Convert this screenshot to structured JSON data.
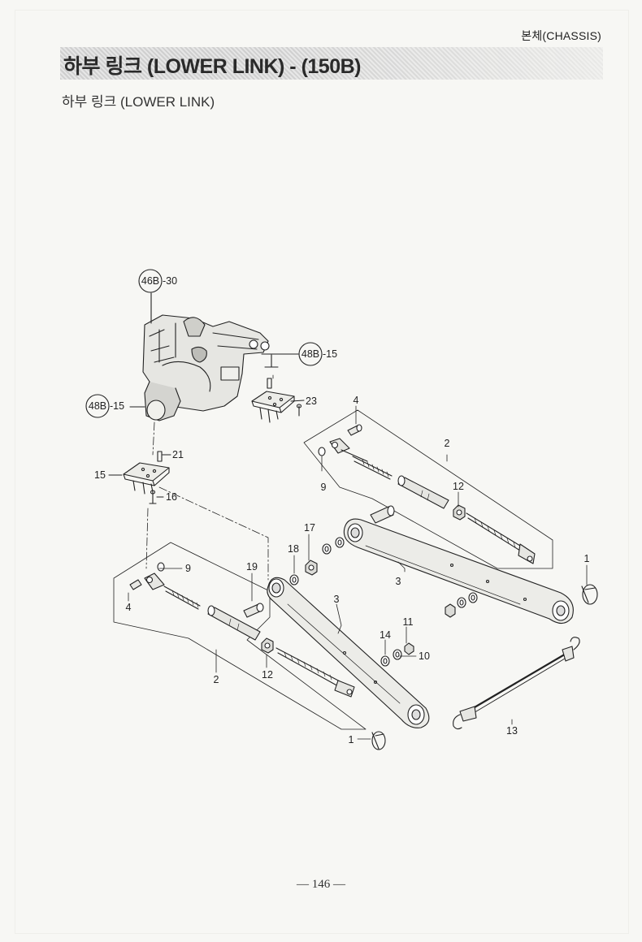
{
  "header": {
    "section": "본체(CHASSIS)",
    "title": "하부 링크 (LOWER LINK) - (150B)",
    "subtitle": "하부 링크 (LOWER LINK)"
  },
  "callouts": {
    "ref_46b_30": "46B",
    "ref_46b_30_suffix": "-30",
    "ref_48b_right": "48B",
    "ref_48b_right_suffix": "-15",
    "ref_48b_left": "48B",
    "ref_48b_left_suffix": "-15",
    "p23": "23",
    "p4_top": "4",
    "p2_top": "2",
    "p9_top": "9",
    "p21": "21",
    "p15": "15",
    "p16": "16",
    "p12_top": "12",
    "p17": "17",
    "p18": "18",
    "p1_right": "1",
    "p3_top": "3",
    "p9_left": "9",
    "p19": "19",
    "p4_left": "4",
    "p3_lower": "3",
    "p11": "11",
    "p14": "14",
    "p10": "10",
    "p12_lower": "12",
    "p2_lower": "2",
    "p13": "13",
    "p1_bottom": "1"
  },
  "footer": {
    "page_number": "— 146 —"
  },
  "colors": {
    "ink": "#222222",
    "paper": "#f7f7f4",
    "band": "#d4d4d4"
  }
}
